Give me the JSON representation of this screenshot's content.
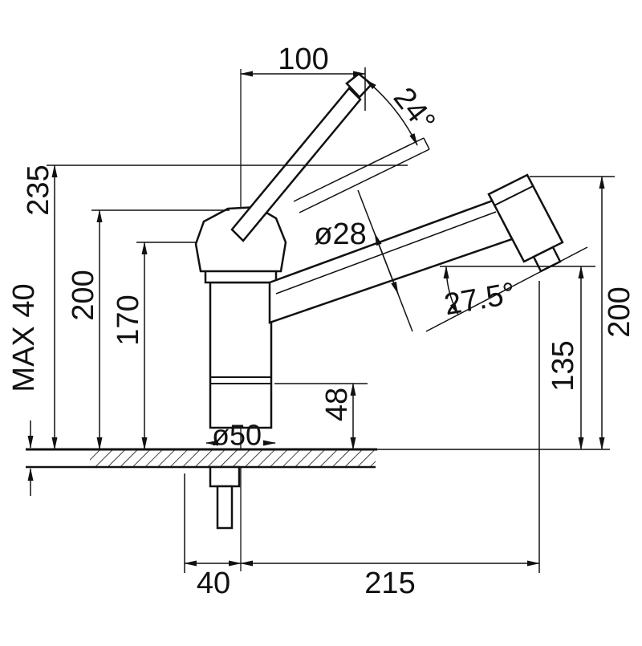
{
  "drawing": {
    "name": "Kitchen faucet dimensional technical drawing",
    "line_color": "#111111",
    "labels": {
      "width_top": "100",
      "lever_angle": "24°",
      "height_overall": "235",
      "height_body": "200",
      "height_spout_base": "170",
      "spout_diameter": "ø28",
      "spray_angle": "27.5°",
      "height_head": "200",
      "height_outlet": "135",
      "base_section": "48",
      "base_diameter": "ø50",
      "max_deck_thickness": "MAX 40",
      "offset_bottom": "40",
      "reach_bottom": "215"
    }
  }
}
